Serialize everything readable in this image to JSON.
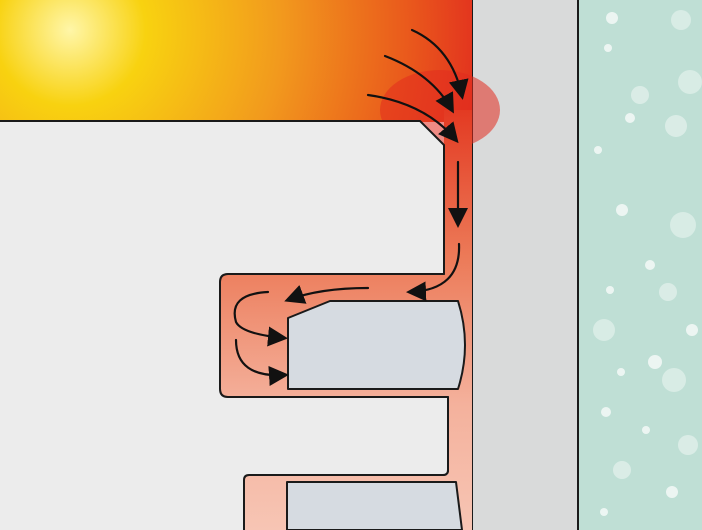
{
  "diagram": {
    "colors": {
      "hot": "#f8d210",
      "warm": "#f29a1d",
      "hotspot": "#e12c1f",
      "gas_flow": "#f5b8a2",
      "piston": "#ececec",
      "piston_ring": "#d6dbe1",
      "cylinder_wall": "#d9dada",
      "coolant": "#bfdfd5",
      "outline": "#1a1a1a",
      "arrow": "#111111"
    },
    "components": [
      "combustion-chamber",
      "piston-crown",
      "ring-land-gap",
      "top-piston-ring",
      "second-piston-ring",
      "cylinder-liner",
      "coolant-jacket"
    ],
    "flow_arrow_count": 8
  }
}
